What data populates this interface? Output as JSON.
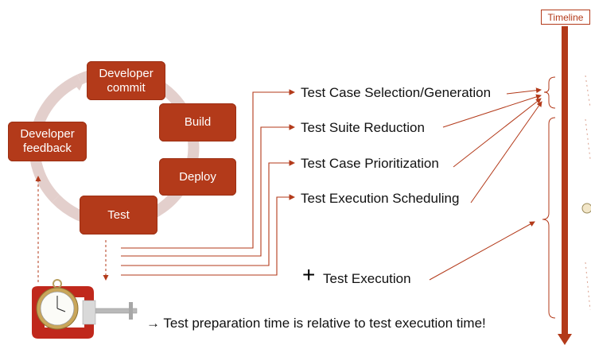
{
  "cycle": {
    "commit": "Developer commit",
    "build": "Build",
    "deploy": "Deploy",
    "test": "Test",
    "feedback": "Developer feedback"
  },
  "activities": {
    "selection": "Test Case Selection/Generation",
    "reduction": "Test Suite Reduction",
    "prioritization": "Test Case Prioritization",
    "scheduling": "Test Execution Scheduling",
    "execution": "Test Execution"
  },
  "plus_sign": "+",
  "timeline_label": "Timeline",
  "note": "→ Test preparation time is relative to test execution time!",
  "colors": {
    "accent": "#b33a1a",
    "cycle_ring": "#e3cfcc",
    "timeline_bar": "#b33a1a"
  },
  "icons": [
    "clamp-icon",
    "stopwatch-icon"
  ]
}
